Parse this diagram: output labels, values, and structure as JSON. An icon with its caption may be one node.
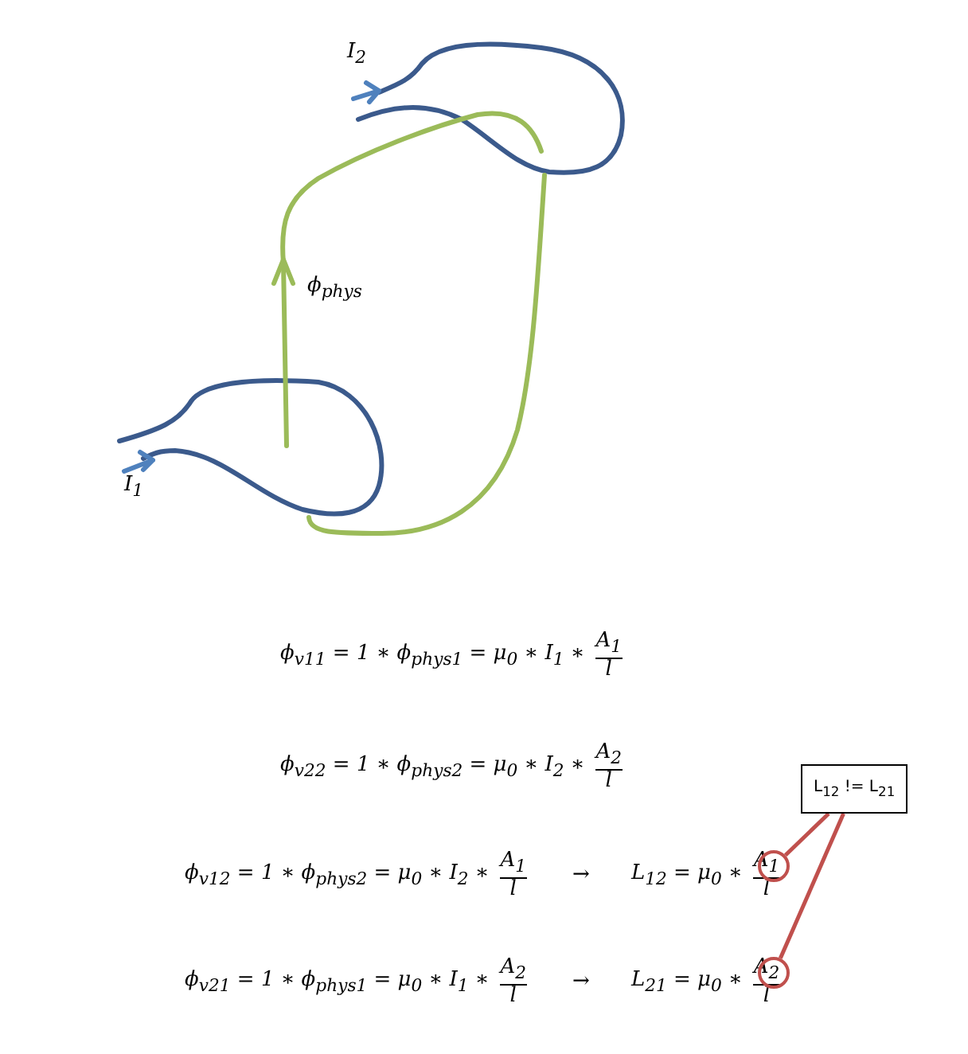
{
  "diagram": {
    "nodes": [
      {
        "text": [
          "L$_{12}$ != L$_{21}$"
        ]
      },
      {
        "text": [],
        "shape": "circle"
      },
      {
        "text": [],
        "shape": "circle"
      }
    ],
    "edges": [
      {
        "from": 0,
        "to": 1,
        "arrow": "none"
      },
      {
        "from": 0,
        "to": 2,
        "arrow": "none"
      }
    ],
    "labels": [
      "I$_{2}$",
      "ϕ$_{phys}$",
      "I$_{1}$",
      "ϕ$_{v11}$ = 1 ∗ ϕ$_{phys1}$ = μ$_{0}$ ∗ I$_{1}$ ∗",
      "A$_{1}$",
      "l",
      "ϕ$_{v22}$ = 1 ∗ ϕ$_{phys2}$ = μ$_{0}$ ∗ I$_{2}$ ∗",
      "A$_{2}$",
      "l",
      "ϕ$_{v12}$ = 1 ∗ ϕ$_{phys2}$ = μ$_{0}$ ∗ I$_{2}$ ∗",
      "A$_{1}$",
      "l",
      "→",
      "L$_{12}$ = μ$_{0}$ ∗",
      "A$_{1}$",
      "l",
      "ϕ$_{v21}$ = 1 ∗ ϕ$_{phys1}$ = μ$_{0}$ ∗ I$_{1}$ ∗",
      "A$_{2}$",
      "l",
      "→",
      "L$_{21}$ = μ$_{0}$ ∗",
      "A$_{2}$",
      "l"
    ]
  }
}
